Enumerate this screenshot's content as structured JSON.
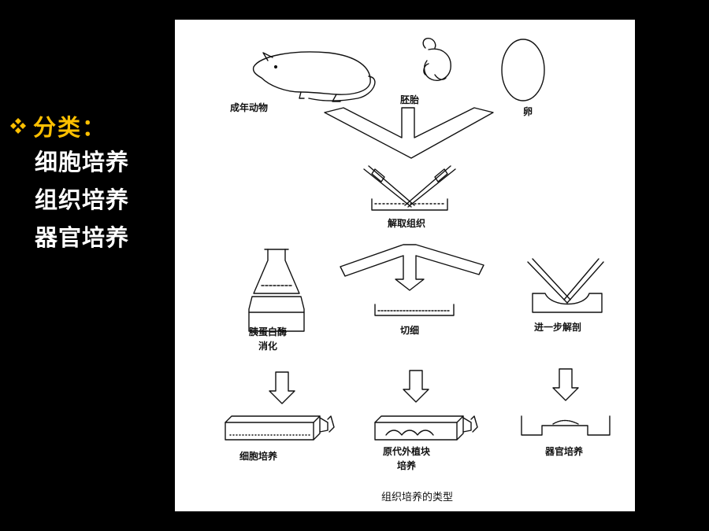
{
  "slide": {
    "heading": "分类：",
    "categories": [
      "细胞培养",
      "组织培养",
      "器官培养"
    ],
    "bullet_icon": "diamond-bullet-icon",
    "heading_color": "#FFC000",
    "text_color": "#FFFFFF",
    "background_color": "#000000"
  },
  "figure": {
    "sources": [
      "成年动物",
      "胚胎",
      "卵"
    ],
    "step_dissect": "解取组织",
    "branch_labels": {
      "trypsin": [
        "胰蛋白酶",
        "消化"
      ],
      "mince": "切细",
      "dissect": "进一步解剖"
    },
    "results": {
      "cell": "细胞培养",
      "explant": [
        "原代外植块",
        "培养"
      ],
      "organ": "器官培养"
    },
    "caption": "组织培养的类型"
  }
}
